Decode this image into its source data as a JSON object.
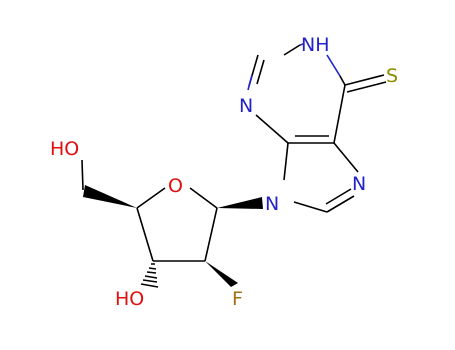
{
  "diagram": {
    "type": "skeletal-structure",
    "atom_labels": {
      "nh": "NH",
      "thione_s": "S",
      "n_left": "N",
      "n_imidazole": "N",
      "n_glycosidic": "N",
      "ring_o": "O",
      "ho_top": "HO",
      "ho_bottom": "HO",
      "fluorine": "F"
    },
    "colors": {
      "nitrogen": "#2222c8",
      "oxygen": "#e01010",
      "sulfur": "#8c8c00",
      "fluorine": "#a07010",
      "carbon_bond": "#000000",
      "wedge": "#000000"
    }
  }
}
